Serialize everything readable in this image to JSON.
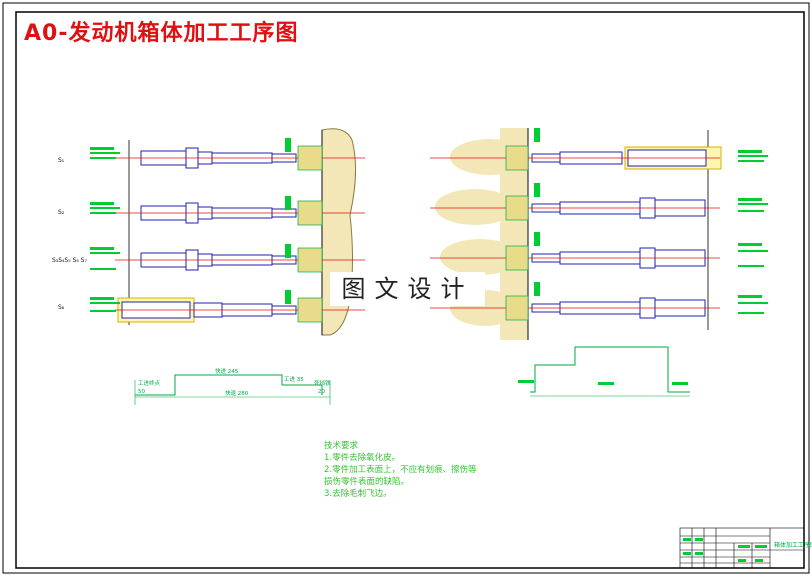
{
  "title": "A0-发动机箱体加工工序图",
  "watermark": "图文设计",
  "left_stations": {
    "labels": [
      "S₁",
      "S₂",
      "S₃S₄S₅\nS₆ S₇",
      "S₈"
    ]
  },
  "left_dims": {
    "label_left": "工进终点",
    "label_a": "快进 245",
    "label_b": "工进 35",
    "label_c": "快退 280",
    "label_d": "死挡铁",
    "v1": "50",
    "v2": "20"
  },
  "tech": {
    "heading": "技术要求",
    "lines": [
      "1.零件去除氧化皮。",
      "2.零件加工表面上，不应有划痕、擦伤等",
      "损伤零件表面的缺陷。",
      "3.去除毛刺飞边。"
    ]
  },
  "title_block": {
    "drawing_name": "箱体加工工序图"
  },
  "colors": {
    "frame": "#000000",
    "title": "#e01010",
    "center_line": "#e01010",
    "annotation": "#00cc33",
    "dimension": "#00aa44",
    "part_fill": "#f3e7b7",
    "tool": "#2222aa"
  }
}
